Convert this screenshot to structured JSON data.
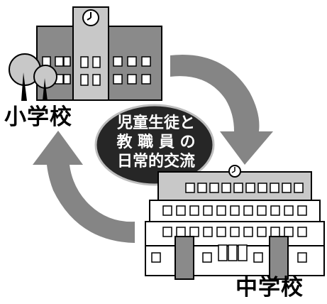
{
  "labels": {
    "elementary_school": "小学校",
    "junior_high_school": "中学校"
  },
  "center_oval": {
    "lines": [
      "児童生徒と",
      "教 職 員 の",
      "日常的交流"
    ]
  },
  "colors": {
    "arrow": "#858585",
    "building_dark": "#8a8a8a",
    "building_light": "#c8c8c8",
    "oval": "#262626",
    "outline": "#000000"
  },
  "icons": [
    "clock-icon",
    "tree-icon"
  ]
}
